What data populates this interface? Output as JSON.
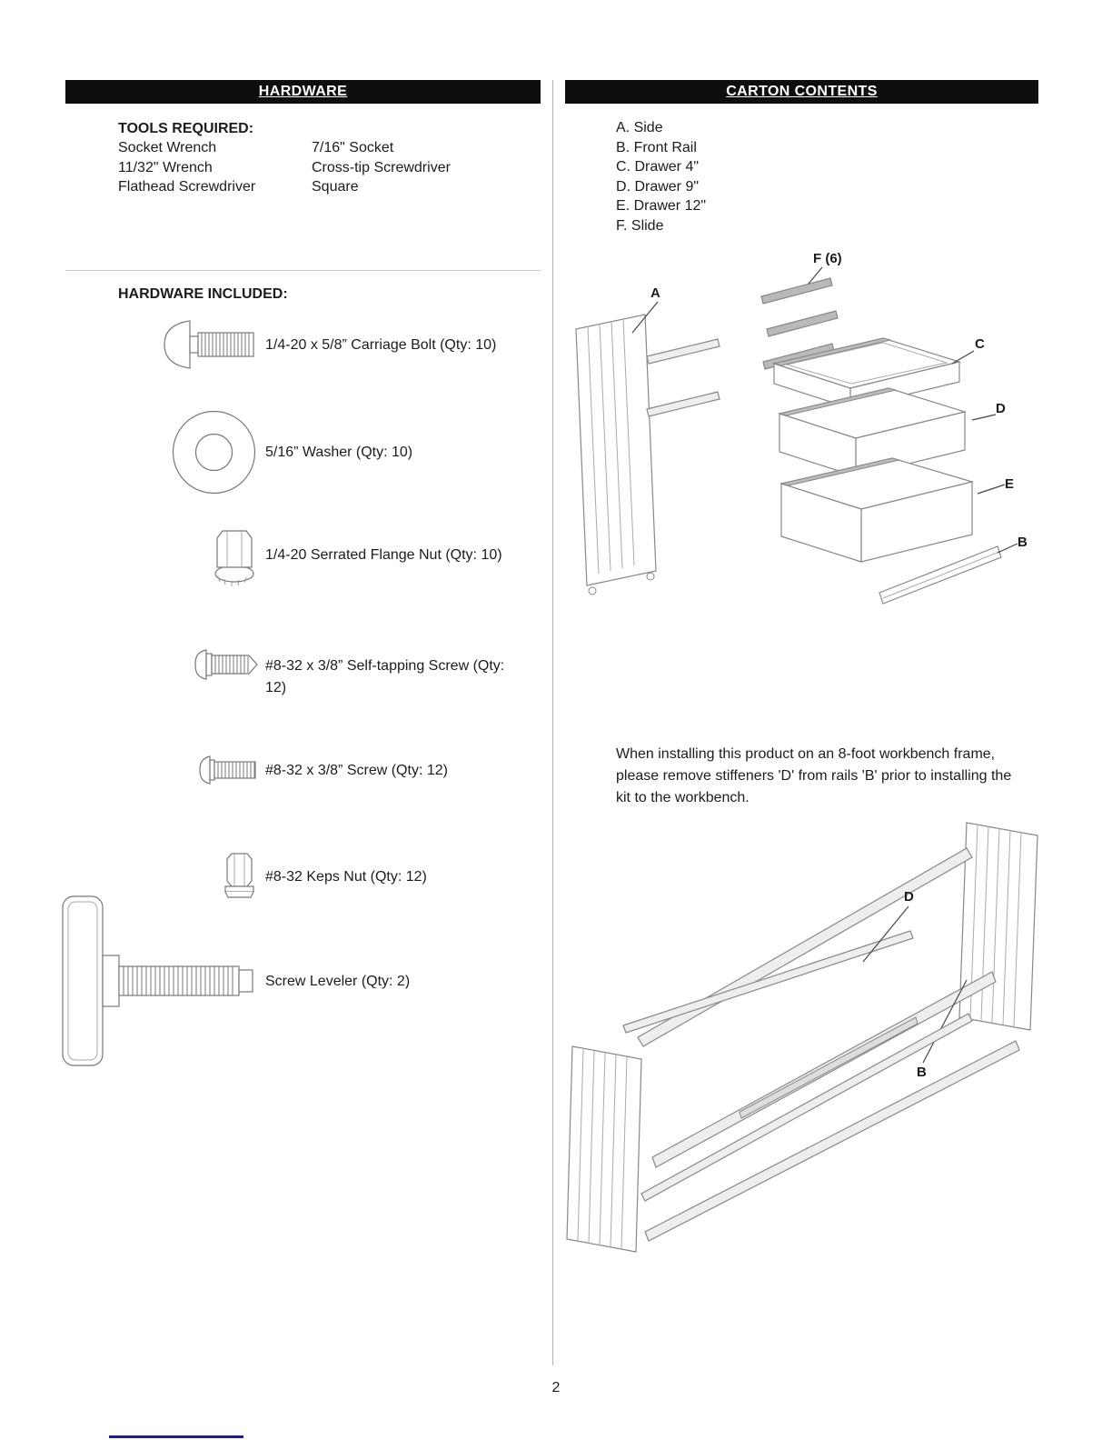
{
  "page": {
    "number": "2"
  },
  "hardware": {
    "header": "HARDWARE",
    "tools_required_title": "TOOLS REQUIRED:",
    "tools_col1": [
      "Socket Wrench",
      "11/32\" Wrench",
      "Flathead Screwdriver"
    ],
    "tools_col2": [
      "7/16\" Socket",
      "Cross-tip Screwdriver",
      "Square"
    ],
    "included_title": "HARDWARE INCLUDED:",
    "items": [
      {
        "icon": "carriage-bolt",
        "label": "1/4-20 x 5/8” Carriage Bolt (Qty: 10)"
      },
      {
        "icon": "washer",
        "label": "5/16” Washer (Qty: 10)"
      },
      {
        "icon": "serrated-flange-nut",
        "label": "1/4-20 Serrated Flange Nut (Qty: 10)"
      },
      {
        "icon": "self-tapping-screw",
        "label": "#8-32 x 3/8” Self-tapping Screw (Qty: 12)"
      },
      {
        "icon": "screw",
        "label": "#8-32 x 3/8” Screw (Qty: 12)"
      },
      {
        "icon": "keps-nut",
        "label": "#8-32 Keps Nut (Qty: 12)"
      },
      {
        "icon": "screw-leveler",
        "label": "Screw Leveler (Qty: 2)"
      }
    ]
  },
  "carton": {
    "header": "CARTON CONTENTS",
    "items": [
      "A. Side",
      "B. Front Rail",
      "C. Drawer 4\"",
      "D. Drawer 9\"",
      "E. Drawer 12\"",
      "F. Slide"
    ],
    "diagram1_labels": {
      "f": "F (6)",
      "a": "A",
      "c": "C",
      "d": "D",
      "e": "E",
      "b": "B"
    },
    "note": "When installing this product on an 8-foot workbench frame, please remove stiffeners 'D' from rails 'B' prior to installing the kit to the workbench.",
    "diagram2_labels": {
      "d": "D",
      "b": "B"
    }
  }
}
